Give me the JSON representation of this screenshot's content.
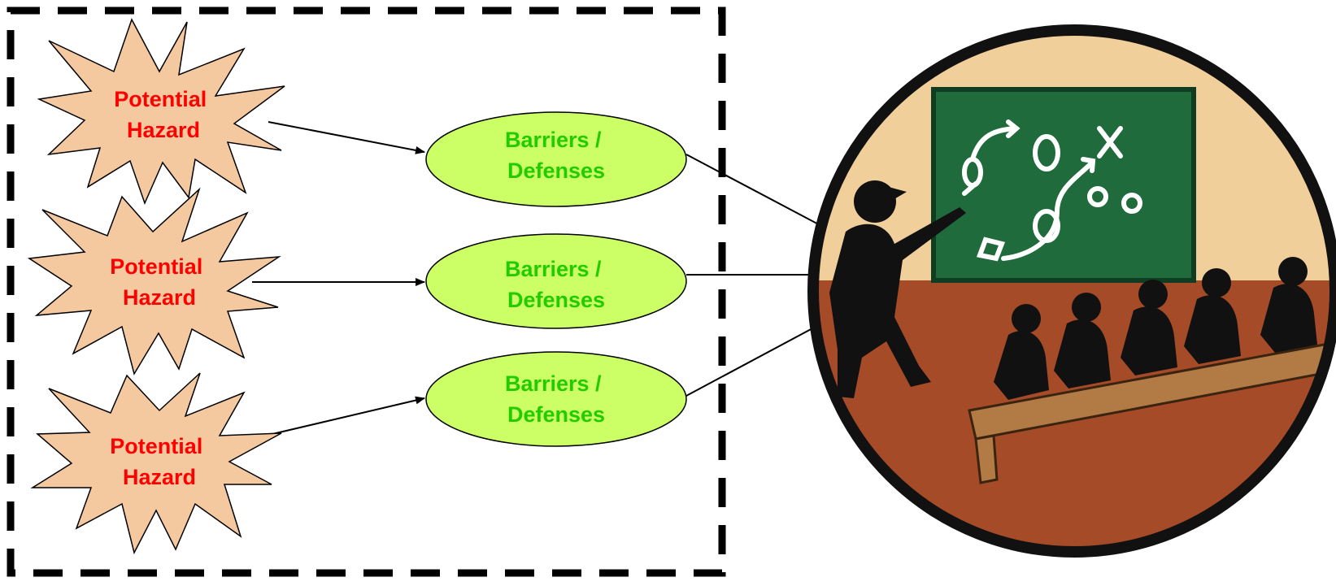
{
  "colors": {
    "hazard_fill": "#f5c9a0",
    "hazard_text": "#ff0000",
    "barrier_fill": "#ccff66",
    "barrier_text": "#22cc00",
    "border": "#000000",
    "board": "#1f6b3c",
    "wall": "#f1cf9b",
    "floor": "#a64b28",
    "bench": "#b27b46"
  },
  "hazards": [
    {
      "line1": "Potential",
      "line2": "Hazard"
    },
    {
      "line1": "Potential",
      "line2": "Hazard"
    },
    {
      "line1": "Potential",
      "line2": "Hazard"
    }
  ],
  "barriers": [
    {
      "line1": "Barriers /",
      "line2": "Defenses"
    },
    {
      "line1": "Barriers /",
      "line2": "Defenses"
    },
    {
      "line1": "Barriers /",
      "line2": "Defenses"
    }
  ],
  "illustration": {
    "icon": "coach-classroom-icon",
    "board_symbols": [
      "O",
      "O",
      "X",
      "o",
      "o"
    ]
  }
}
